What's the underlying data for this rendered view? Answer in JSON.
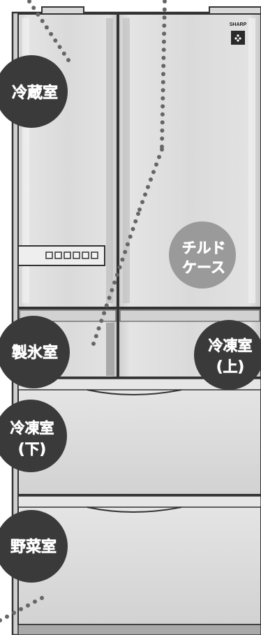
{
  "brand": {
    "name": "SHARP"
  },
  "compartments": {
    "refrigerator": {
      "label": "冷蔵室"
    },
    "chilled_case": {
      "line1": "チルド",
      "line2": "ケース"
    },
    "ice_maker": {
      "label": "製氷室"
    },
    "freezer_upper": {
      "line1": "冷凍室",
      "line2": "(上)"
    },
    "freezer_lower": {
      "line1": "冷凍室",
      "line2": "(下)"
    },
    "vegetable": {
      "label": "野菜室"
    }
  },
  "colors": {
    "body": "#d8d8d8",
    "panel": "#e2e2e2",
    "outline": "#3a3a3a",
    "label_circle": "#3a3a3a",
    "chilled_circle": "#9a9a9a",
    "dots": "#666666"
  },
  "icons": {
    "brand_badge": "flower-badge-icon",
    "control_panel": "control-panel"
  }
}
